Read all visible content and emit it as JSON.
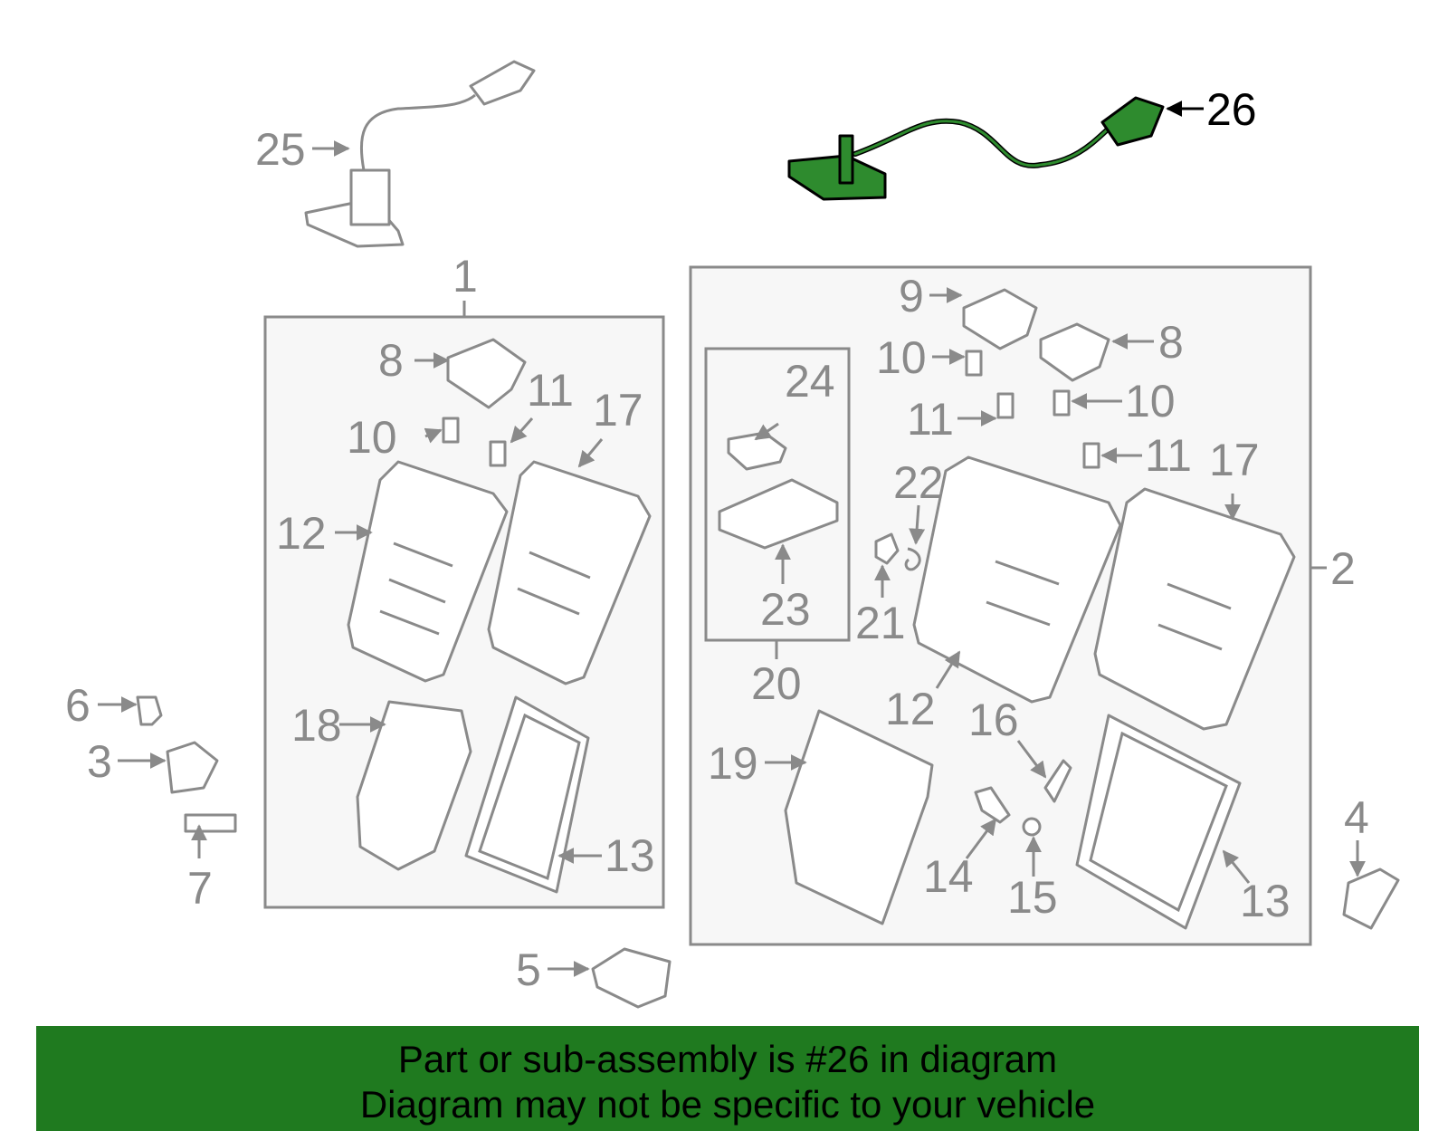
{
  "labels": [
    "25",
    "26",
    "1",
    "8",
    "11",
    "10",
    "17",
    "12",
    "6",
    "3",
    "7",
    "18",
    "13",
    "5",
    "2",
    "9",
    "8",
    "10",
    "11",
    "10",
    "24",
    "11",
    "17",
    "22",
    "23",
    "21",
    "20",
    "12",
    "16",
    "19",
    "14",
    "15",
    "13",
    "4"
  ],
  "highlighted_part": "26",
  "banner": {
    "line1": "Part or sub-assembly is #26 in diagram",
    "line2": "Diagram may not be specific to your vehicle"
  },
  "colors": {
    "highlight": "#2e8b2e",
    "banner": "#1f7a1f",
    "line": "#8a8a8a"
  }
}
